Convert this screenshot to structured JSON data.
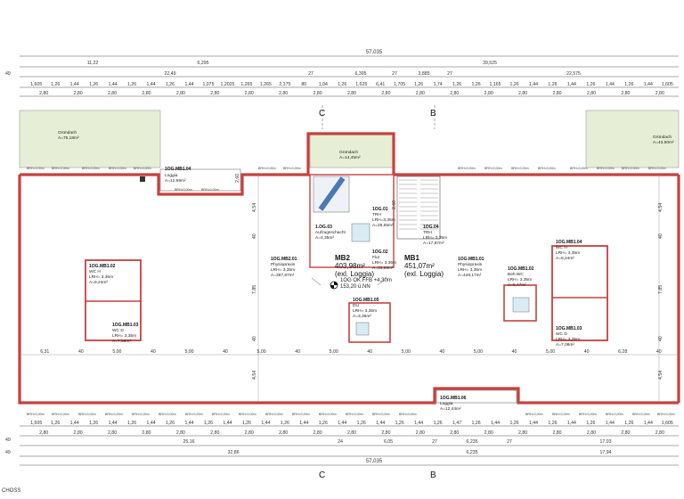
{
  "dims_top": {
    "overall": "57,035",
    "row2": [
      "11,22",
      "6,295",
      "39,525"
    ],
    "row3": [
      "22,49",
      "27",
      "6,395",
      "27",
      "3,885",
      "27",
      "22,575"
    ],
    "row4_left": [
      "1,605",
      "1,26",
      "1,44",
      "1,26",
      "1,44",
      "1,26",
      "1,44",
      "1,26",
      "1,44",
      "1,075",
      "1,2025",
      "1,265",
      "1,265",
      "2,175",
      "80",
      "1,04",
      "1,26",
      "1,625",
      "6,41",
      "1,705",
      "1,26",
      "1,74",
      "1,26",
      "1,26",
      "1,165",
      "1,26",
      "1,44",
      "1,26",
      "1,44",
      "1,26",
      "1,44",
      "1,26",
      "1,44",
      "1,605"
    ],
    "row5": [
      "2,80",
      "2,80",
      "2,80",
      "2,80",
      "2,80",
      "2,80",
      "2,80",
      "2,80",
      "2,80",
      "2,80",
      "2,80",
      "2,80",
      "2,80",
      "2,80",
      "2,80",
      "2,80",
      "2,80",
      "2,80",
      "2,80"
    ],
    "left_marker": "49"
  },
  "dims_bottom": {
    "row1": [
      "1,605",
      "1,26",
      "1,44",
      "1,26",
      "1,44",
      "1,26",
      "1,44",
      "1,26",
      "1,44",
      "1,26",
      "1,44",
      "1,26",
      "1,44",
      "1,26",
      "1,44",
      "1,26",
      "1,44",
      "1,26",
      "1,44",
      "1,26",
      "1,44",
      "1,26",
      "1,47",
      "1,26",
      "1,44",
      "1,26",
      "1,44",
      "1,26",
      "1,44",
      "1,26",
      "1,44",
      "1,26",
      "1,44",
      "1,605"
    ],
    "row2": [
      "2,80",
      "2,80",
      "2,80",
      "2,80",
      "2,80",
      "2,80",
      "2,80",
      "2,80",
      "2,80",
      "2,80",
      "2,80",
      "2,80",
      "2,80",
      "2,80",
      "2,80",
      "2,80",
      "2,80",
      "2,80",
      "2,80"
    ],
    "row3": [
      "25,16",
      "24",
      "6,05",
      "27",
      "6,235",
      "27",
      "17,03"
    ],
    "row4": [
      "32,86",
      "6,235",
      "17,94"
    ],
    "overall": "57,035",
    "left_markers": [
      "49",
      "49"
    ]
  },
  "section_markers": [
    "C",
    "B",
    "C",
    "B"
  ],
  "rooms": {
    "gruendach_left": {
      "name": "Gründach",
      "area": "A=75,18m²"
    },
    "gruendach_mid": {
      "name": "Gründach",
      "area": "A=14,45m²"
    },
    "gruendach_right": {
      "name": "Gründach",
      "area": "A=43,60m²"
    },
    "loggia_top": {
      "code": "1OG.MB1.04",
      "name": "Loggia",
      "area": "A=12,69m²"
    },
    "loggia_bottom": {
      "code": "1OG.MB1.06",
      "name": "Loggia",
      "area": "A=12,44m²"
    },
    "physio_left": {
      "code": "1OG.MB2.01",
      "name": "Physiopraxis",
      "lrh": "LRH= 3,35m",
      "area": "A=387,87m²"
    },
    "physio_right": {
      "code": "1OG.MB1.01",
      "name": "Physiopraxis",
      "lrh": "LRH= 3,35m",
      "area": "A=428,17m²"
    },
    "wc_h_left": {
      "code": "1OG.MB1.02",
      "name": "WC H",
      "lrh": "LRH= 3,35m",
      "area": "A=9,24m²"
    },
    "wc_d_left": {
      "code": "1OG.MB1.03",
      "name": "WC D",
      "lrh": "LRH= 3,35m",
      "area": "A=7,56m²"
    },
    "wc_h_right": {
      "code": "1OG.MB1.04",
      "name": "WC H",
      "lrh": "LRH= 3,35m",
      "area": "A=9,24m²"
    },
    "wc_d_right": {
      "code": "1OG.MB1.03",
      "name": "WC D",
      "lrh": "LRH= 3,35m",
      "area": "A=7,08m²"
    },
    "beh_wc": {
      "code": "1OG.MB1.02",
      "name": "Beh.WC",
      "lrh": "LRH= 3,35m",
      "area": "A=5,47m²"
    },
    "aufzug": {
      "code": "1.OG.03",
      "name": "Aufzugsschacht",
      "area": "A=4,35m²"
    },
    "trh1": {
      "code": "1OG.01",
      "name": "TRH",
      "lrh": "LRH=3,35m",
      "area": "A=26,65m²"
    },
    "flur": {
      "code": "1OG.02",
      "name": "Flur",
      "lrh": "LRH= 3,35m",
      "area": "A=33,69m²"
    },
    "trh2": {
      "code": "1OG.04",
      "name": "TRH",
      "lrh": "LRH= 3,35m",
      "area": "A=17,87m²"
    },
    "du": {
      "code": "1OG.MB1.05",
      "name": "DU",
      "lrh": "LRH= 3,35m",
      "area": "A=3,36m²"
    }
  },
  "units": {
    "mb2": {
      "name": "MB2",
      "area": "403,98m²",
      "note": "(exl. Loggia)"
    },
    "mb1": {
      "name": "MB1",
      "area": "451,07m²",
      "note": "(exl. Loggia)"
    }
  },
  "level": {
    "line1": "1OG OK FFB +4,30m",
    "line2": "153,20 ü.NN"
  },
  "internal_dims": {
    "vertical": [
      "4,54",
      "40",
      "7,85",
      "40",
      "4,54"
    ],
    "horizontal": [
      "6,31",
      "40",
      "5,00",
      "40",
      "5,00",
      "40",
      "5,00",
      "40",
      "5,00",
      "40",
      "5,00",
      "40",
      "5,00",
      "40",
      "5,00",
      "40",
      "6,28",
      "40"
    ],
    "stair_width": "2,60",
    "loggia_depth": "2,60"
  },
  "brh": "BRH=0,00m",
  "floor_caption": "CHOSS",
  "colors": {
    "wall": "#c7403e",
    "wall_fill": "#f3b9b6",
    "green_roof": "#e6efd6"
  }
}
